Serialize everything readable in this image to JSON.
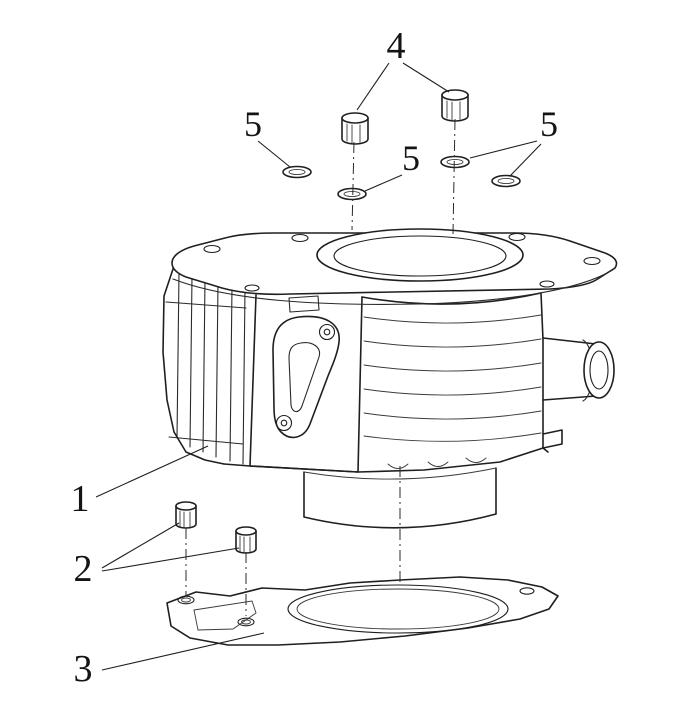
{
  "canvas": {
    "width": "699",
    "height": "711",
    "background": "#ffffff",
    "ink": "#1f1f1f"
  },
  "callouts": {
    "top_pins": {
      "label": "4"
    },
    "seal_left": {
      "label": "5"
    },
    "seal_middle": {
      "label": "5"
    },
    "seal_right": {
      "label": "5"
    },
    "cylinder_body": {
      "label": "1"
    },
    "base_pins": {
      "label": "2"
    },
    "base_gasket": {
      "label": "3"
    }
  }
}
